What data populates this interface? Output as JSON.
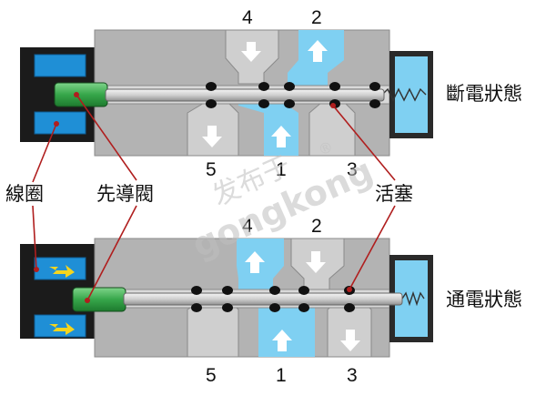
{
  "labels": {
    "state_off": "斷電狀態",
    "state_on": "通電狀態",
    "coil": "線圈",
    "pilot_valve": "先導閥",
    "piston": "活塞"
  },
  "ports_top": {
    "p4": "4",
    "p2": "2",
    "p5": "5",
    "p1": "1",
    "p3": "3"
  },
  "ports_bottom": {
    "p4": "4",
    "p2": "2",
    "p5": "5",
    "p1": "1",
    "p3": "3"
  },
  "watermark": {
    "line1": "发布于",
    "line2": "gongkong",
    "reg": "®"
  },
  "colors": {
    "body": "#b3b3b3",
    "body_edge": "#8a8a8a",
    "air": "#7fd0f2",
    "coil_frame": "#1b1b1b",
    "coil_block": "#1f8fd6",
    "pilot": "#36a64a",
    "spring_housing": "#7fd0f2",
    "leader": "#b01e1e"
  }
}
